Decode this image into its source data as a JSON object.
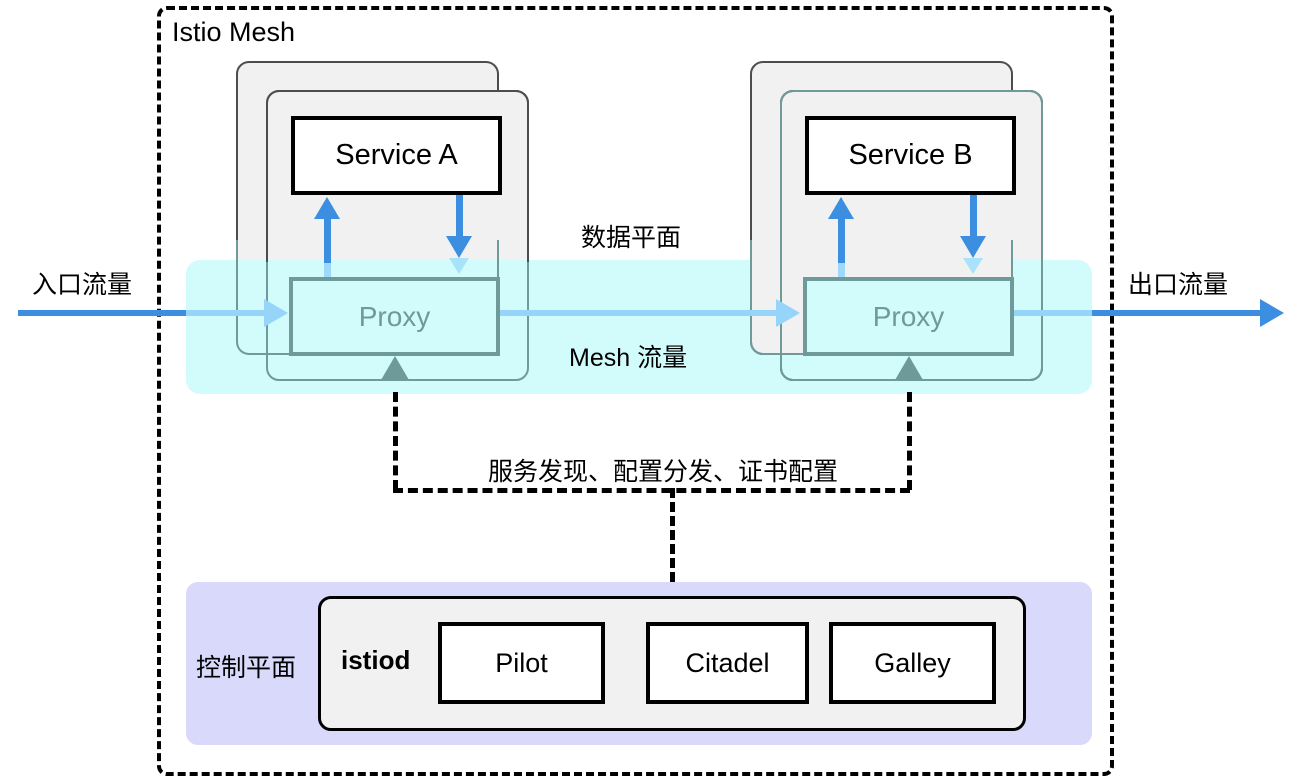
{
  "diagram": {
    "title": "Istio Mesh",
    "labels": {
      "ingress_traffic": "入口流量",
      "egress_traffic": "出口流量",
      "data_plane": "数据平面",
      "mesh_traffic": "Mesh 流量",
      "control_flow": "服务发现、配置分发、证书配置",
      "control_plane": "控制平面"
    },
    "pods": [
      {
        "service": "Service A",
        "proxy": "Proxy"
      },
      {
        "service": "Service B",
        "proxy": "Proxy"
      }
    ],
    "control_plane": {
      "daemon": "istiod",
      "components": [
        {
          "name": "Pilot"
        },
        {
          "name": "Citadel"
        },
        {
          "name": "Galley"
        }
      ]
    },
    "colors": {
      "data_plane_band": "#d2fbfb",
      "control_plane_panel": "#d9d9fb",
      "pod_fill": "#f1f1f1",
      "proxy_border": "#6f9a9a",
      "traffic_strong": "#3c8ee0",
      "traffic_light": "#96d4fa",
      "boundary": "#000000"
    }
  }
}
